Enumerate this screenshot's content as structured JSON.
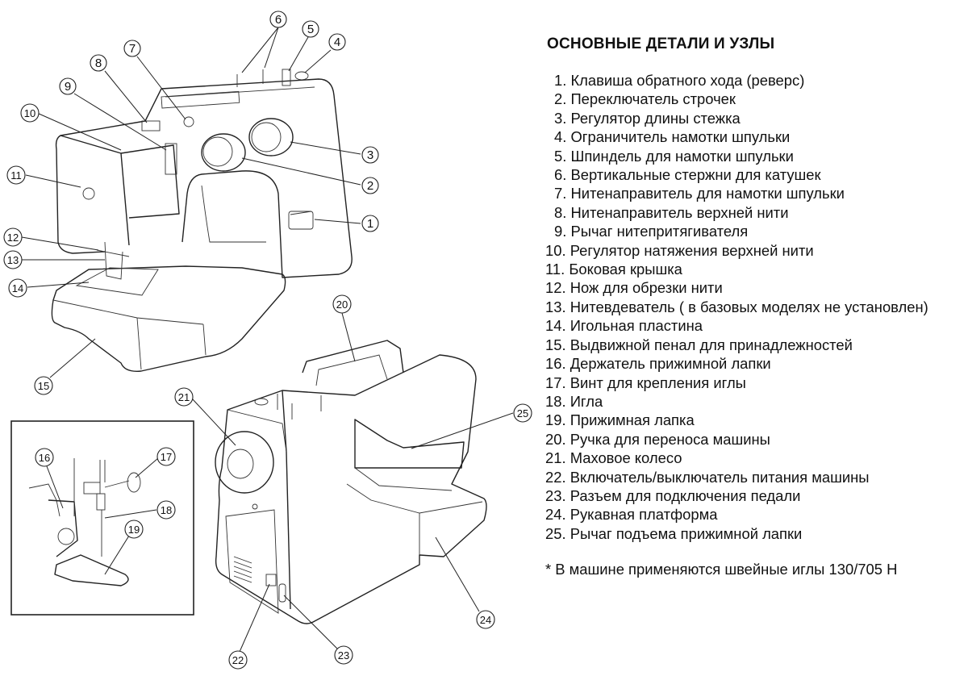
{
  "title": "ОСНОВНЫЕ ДЕТАЛИ И УЗЛЫ",
  "parts": [
    {
      "num": "1.",
      "text": "Клавиша обратного хода (реверс)"
    },
    {
      "num": "2.",
      "text": "Переключатель строчек"
    },
    {
      "num": "3.",
      "text": "Регулятор длины стежка"
    },
    {
      "num": "4.",
      "text": "Ограничитель намотки шпульки"
    },
    {
      "num": "5.",
      "text": "Шпиндель для намотки шпульки"
    },
    {
      "num": "6.",
      "text": "Вертикальные стержни для катушек"
    },
    {
      "num": "7.",
      "text": "Нитенаправитель для намотки шпульки"
    },
    {
      "num": "8.",
      "text": "Нитенаправитель верхней нити"
    },
    {
      "num": "9.",
      "text": "Рычаг нитепритягивателя"
    },
    {
      "num": "10.",
      "text": "Регулятор натяжения верхней нити"
    },
    {
      "num": "11.",
      "text": "Боковая крышка"
    },
    {
      "num": "12.",
      "text": "Нож для обрезки нити"
    },
    {
      "num": "13.",
      "text": "Нитевдеватель ( в базовых моделях не установлен)"
    },
    {
      "num": "14.",
      "text": "Игольная пластина"
    },
    {
      "num": "15.",
      "text": "Выдвижной пенал для принадлежностей"
    },
    {
      "num": "16.",
      "text": "Держатель прижимной лапки"
    },
    {
      "num": "17.",
      "text": "Винт для крепления иглы"
    },
    {
      "num": "18.",
      "text": "Игла"
    },
    {
      "num": "19.",
      "text": "Прижимная лапка"
    },
    {
      "num": "20.",
      "text": "Ручка для переноса машины"
    },
    {
      "num": "21.",
      "text": "Маховое колесо"
    },
    {
      "num": "22.",
      "text": "Включатель/выключатель питания машины"
    },
    {
      "num": "23.",
      "text": "Разъем для подключения педали"
    },
    {
      "num": "24.",
      "text": "Рукавная платформа"
    },
    {
      "num": "25.",
      "text": "Рычаг подъема прижимной лапки"
    }
  ],
  "footnote": "* В машине применяются швейные иглы 130/705 Н",
  "callouts": [
    "1",
    "2",
    "3",
    "4",
    "5",
    "6",
    "7",
    "8",
    "9",
    "10",
    "11",
    "12",
    "13",
    "14",
    "15",
    "16",
    "17",
    "18",
    "19",
    "20",
    "21",
    "22",
    "23",
    "24",
    "25"
  ]
}
